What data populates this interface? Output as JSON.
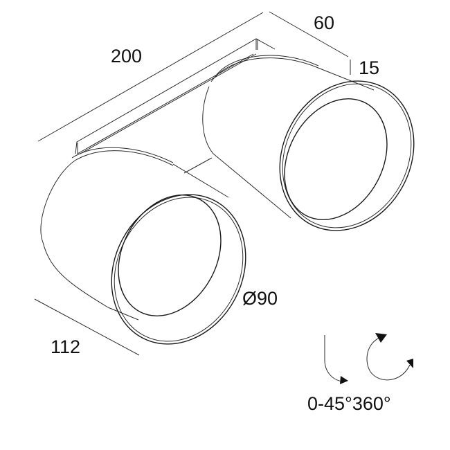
{
  "diagram": {
    "type": "technical-line-drawing",
    "subject": "twin surface-mounted adjustable spotlight",
    "dimensions": {
      "length": "200",
      "width": "60",
      "base_height": "15",
      "depth": "112",
      "diameter": "Ø90"
    },
    "adjustment": {
      "tilt": "0-45°",
      "rotation": "360°",
      "combined_label": "0-45°360°"
    },
    "colors": {
      "line": "#2a2a2a",
      "text": "#111111",
      "background": "#ffffff"
    }
  }
}
